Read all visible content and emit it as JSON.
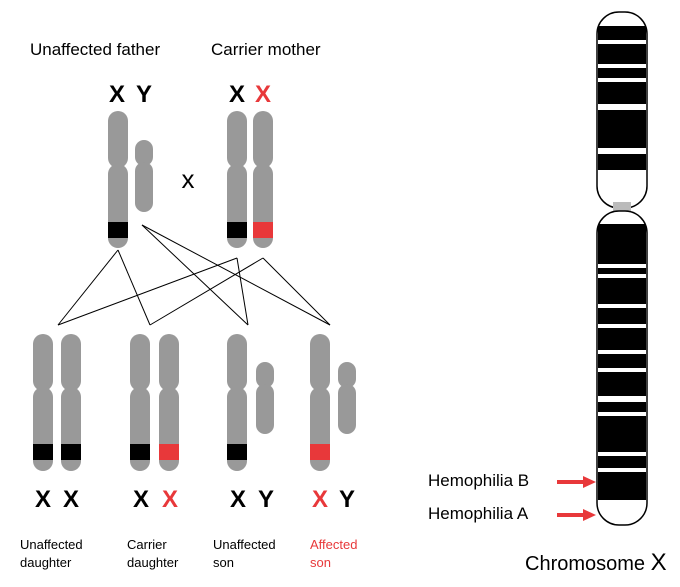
{
  "parents": {
    "father": {
      "label": "Unaffected father",
      "chrom_letters": [
        "X",
        "Y"
      ]
    },
    "mother": {
      "label": "Carrier mother",
      "chrom_letters": [
        "X",
        "X"
      ]
    },
    "cross_symbol": "x"
  },
  "children": [
    {
      "letters": [
        "X",
        "X"
      ],
      "caption_line1": "Unaffected",
      "caption_line2": "daughter",
      "caption_color": "#000000"
    },
    {
      "letters": [
        "X",
        "X"
      ],
      "caption_line1": "Carrier",
      "caption_line2": "daughter",
      "caption_color": "#000000"
    },
    {
      "letters": [
        "X",
        "Y"
      ],
      "caption_line1": "Unaffected",
      "caption_line2": "son",
      "caption_color": "#000000"
    },
    {
      "letters": [
        "X",
        "Y"
      ],
      "caption_line1": "Affected",
      "caption_line2": "son",
      "caption_color": "#e8383a"
    }
  ],
  "chromosome": {
    "title_prefix": "Chromosome",
    "title_letter": "X",
    "markers": [
      {
        "label": "Hemophilia B"
      },
      {
        "label": "Hemophilia A"
      }
    ]
  },
  "colors": {
    "chromosome_gray": "#999999",
    "normal_gene": "#000000",
    "mutant_gene": "#e8383a",
    "arrow": "#e8383a",
    "mutant_letter": "#e8383a"
  }
}
